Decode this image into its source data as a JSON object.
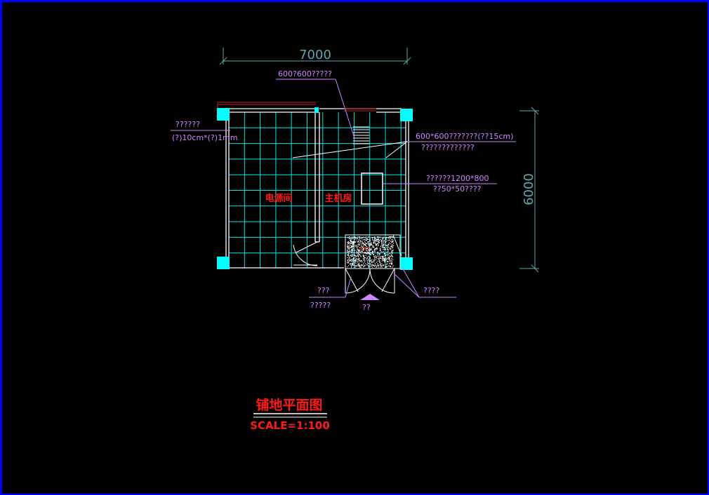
{
  "drawing": {
    "dim_width": "7000",
    "dim_height": "6000",
    "labels": {
      "floor_tile_top": "600?600?????",
      "baseboard_title": "??????",
      "baseboard_spec": "(?)10cm*(?)1mm",
      "raised_floor_line1": "600*600???????(??15cm)",
      "raised_floor_line2": "?????????????",
      "ac_unit_line1": "??????1200*800",
      "ac_unit_line2": "??50*50????",
      "door_label_1": "???",
      "door_label_2": "?????",
      "entrance": "??",
      "corner_label": "????",
      "mat_label": "???",
      "room_power": "电源间",
      "room_main": "主机房"
    },
    "title": "铺地平面图",
    "scale": "SCALE=1:100"
  },
  "colors": {
    "background": "#000000",
    "frame": "#0000ff",
    "wall": "#ffffff",
    "grid": "#00e5e5",
    "column": "#00ffff",
    "leader": "#cc88ff",
    "dimension": "#5fa8a8",
    "title": "#ff1a1a",
    "window": "#cc2222"
  }
}
